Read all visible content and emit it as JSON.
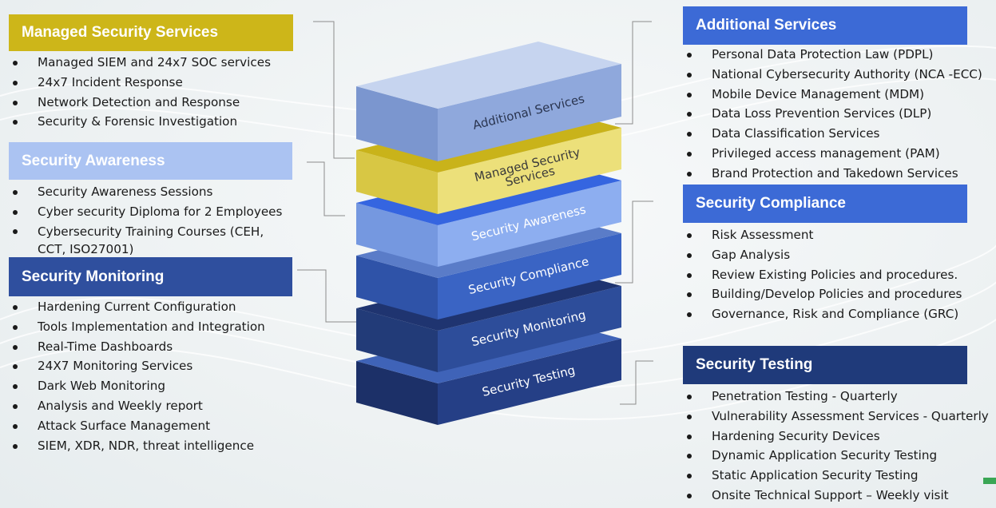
{
  "panels": {
    "managed": {
      "title": "Managed Security Services",
      "color": "#cdb619",
      "items": [
        "Managed SIEM and 24x7 SOC services",
        "24x7 Incident Response",
        "Network Detection and Response",
        "Security & Forensic Investigation"
      ]
    },
    "awareness": {
      "title": "Security Awareness",
      "color": "#abc3f2",
      "items": [
        "Security Awareness Sessions",
        "Cyber security Diploma for 2 Employees",
        "Cybersecurity Training Courses (CEH, CCT, ISO27001)"
      ]
    },
    "monitoring": {
      "title": "Security Monitoring",
      "color": "#2f4f9e",
      "items": [
        "Hardening Current Configuration",
        "Tools Implementation and Integration",
        "Real-Time Dashboards",
        "24X7 Monitoring Services",
        "Dark Web Monitoring",
        "Analysis and Weekly report",
        "Attack Surface Management",
        "SIEM, XDR, NDR, threat intelligence"
      ]
    },
    "additional": {
      "title": "Additional Services",
      "color": "#3c6ad6",
      "items": [
        "Personal Data Protection Law (PDPL)",
        "National Cybersecurity Authority (NCA -ECC)",
        "Mobile Device Management (MDM)",
        "Data Loss Prevention Services (DLP)",
        "Data Classification Services",
        "Privileged access management (PAM)",
        "Brand Protection and Takedown Services"
      ]
    },
    "compliance": {
      "title": "Security Compliance",
      "color": "#3c6ad6",
      "items": [
        "Risk Assessment",
        "Gap Analysis",
        "Review Existing Policies and procedures.",
        "Building/Develop Policies and procedures",
        "Governance, Risk and Compliance (GRC)"
      ]
    },
    "testing": {
      "title": "Security Testing",
      "color": "#1f3a7a",
      "items": [
        "Penetration Testing - Quarterly",
        "Vulnerability Assessment Services - Quarterly",
        "Hardening Security Devices",
        "Dynamic Application Security Testing",
        "Static Application Security Testing",
        "Onsite Technical Support – Weekly visit"
      ]
    }
  },
  "stack": {
    "layers": [
      {
        "label": "Security Testing",
        "top": "#3f63b8",
        "front": "#253f86",
        "side": "#1c3068",
        "text": "#ffffff"
      },
      {
        "label": "Security Monitoring",
        "top": "#1f3470",
        "front": "#2d4d9a",
        "side": "#223b78",
        "text": "#ffffff"
      },
      {
        "label": "Security Compliance",
        "top": "#5a7cc8",
        "front": "#3a64c4",
        "side": "#2f53a8",
        "text": "#ffffff"
      },
      {
        "label": "Security Awareness",
        "top": "#3565e0",
        "front": "#8daef0",
        "side": "#7598e0",
        "text": "#ffffff"
      },
      {
        "label": "Managed Security\nServices",
        "top": "#c9b31a",
        "front": "#ece07a",
        "side": "#d8c744",
        "text": "#3a3a3a"
      },
      {
        "label": "Additional Services",
        "top": "#c6d4ef",
        "front": "#8fa8dc",
        "side": "#7b96cf",
        "text": "#2a3550"
      }
    ]
  }
}
